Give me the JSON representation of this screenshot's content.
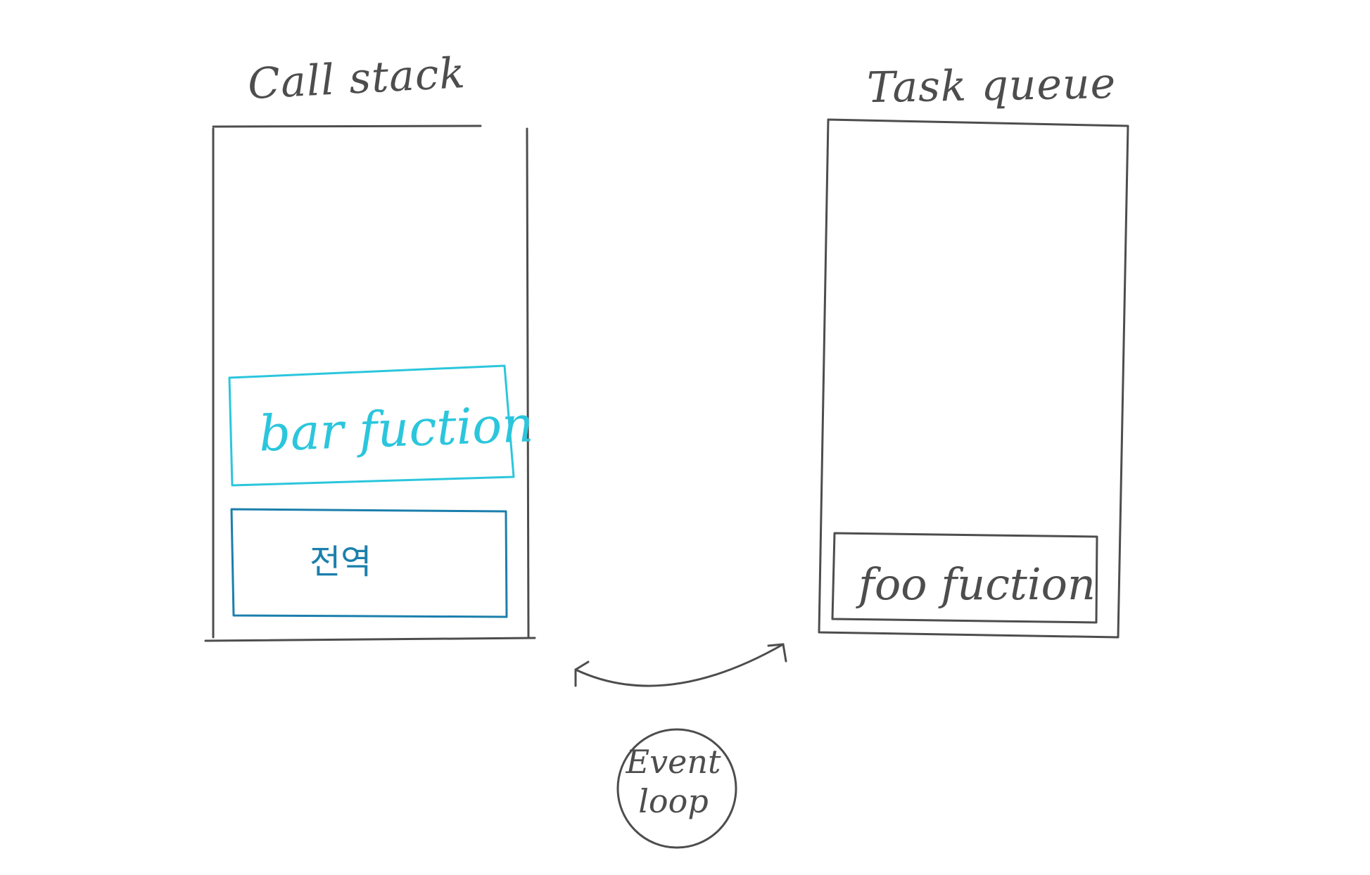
{
  "call_stack": {
    "title": "Call stack",
    "frames": [
      {
        "label": "bar fuction",
        "color": "#2bc6dc"
      },
      {
        "label": "전역",
        "color": "#1b7fac"
      }
    ]
  },
  "task_queue": {
    "title": "Task queue",
    "items": [
      {
        "label": "foo fuction",
        "color": "#4d4d4d"
      }
    ]
  },
  "event_loop": {
    "line1": "Event",
    "line2": "loop"
  },
  "colors": {
    "stroke": "#4d4d4d",
    "cyan": "#2bc6dc",
    "blue": "#1b7fac"
  }
}
